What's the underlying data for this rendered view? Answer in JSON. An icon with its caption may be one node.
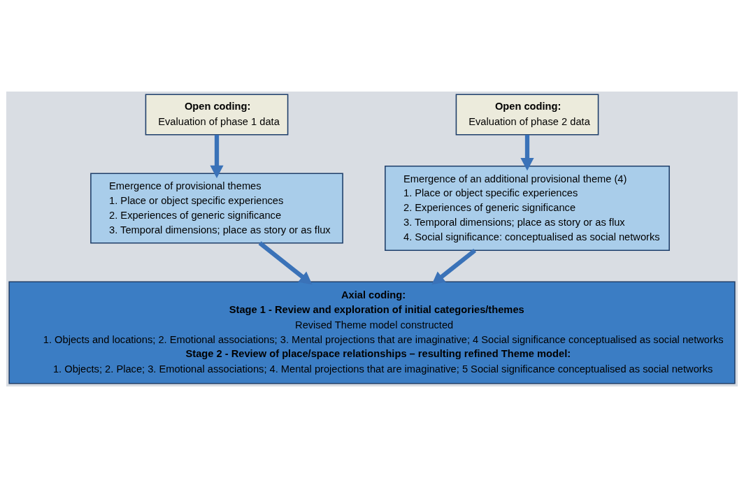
{
  "diagram": {
    "nodes": [
      {
        "text": [
          "Open coding:",
          "Evaluation of phase 1 data"
        ]
      },
      {
        "text": [
          "Open coding:",
          "Evaluation of phase 2 data"
        ]
      },
      {
        "text": [
          "Emergence of provisional themes",
          "1. Place or object specific experiences",
          "2. Experiences of generic significance",
          "3. Temporal dimensions; place as story or as flux"
        ]
      },
      {
        "text": [
          "Emergence of an additional provisional theme (4)",
          "1. Place or object specific experiences",
          "2. Experiences of generic significance",
          "3. Temporal dimensions; place as story or as flux",
          "4. Social significance: conceptualised as social networks"
        ]
      },
      {
        "text": [
          "Axial coding:",
          "Stage 1 - Review and exploration of initial categories/themes",
          "Revised Theme model constructed",
          "1. Objects and locations; 2. Emotional associations; 3. Mental projections that are imaginative; 4 Social significance conceptualised as social networks",
          "Stage 2 - Review of place/space relationships – resulting refined Theme model:",
          "1. Objects; 2. Place; 3. Emotional associations; 4. Mental projections that are imaginative; 5 Social significance conceptualised as social networks"
        ]
      }
    ],
    "edges": [
      {
        "from": 0,
        "to": 2,
        "arrow": "to"
      },
      {
        "from": 1,
        "to": 3,
        "arrow": "to"
      },
      {
        "from": 2,
        "to": 4,
        "arrow": "to"
      },
      {
        "from": 3,
        "to": 4,
        "arrow": "to"
      }
    ]
  }
}
